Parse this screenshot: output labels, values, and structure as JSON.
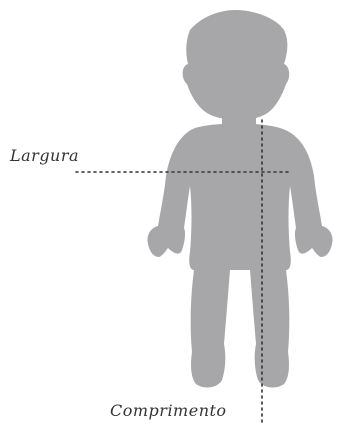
{
  "colors": {
    "silhouette": "#a7a7a9",
    "guide": "#333333",
    "text": "#333333"
  },
  "figure": {
    "subject": "baby-silhouette"
  },
  "labels": {
    "width": "Largura",
    "length": "Comprimento"
  }
}
